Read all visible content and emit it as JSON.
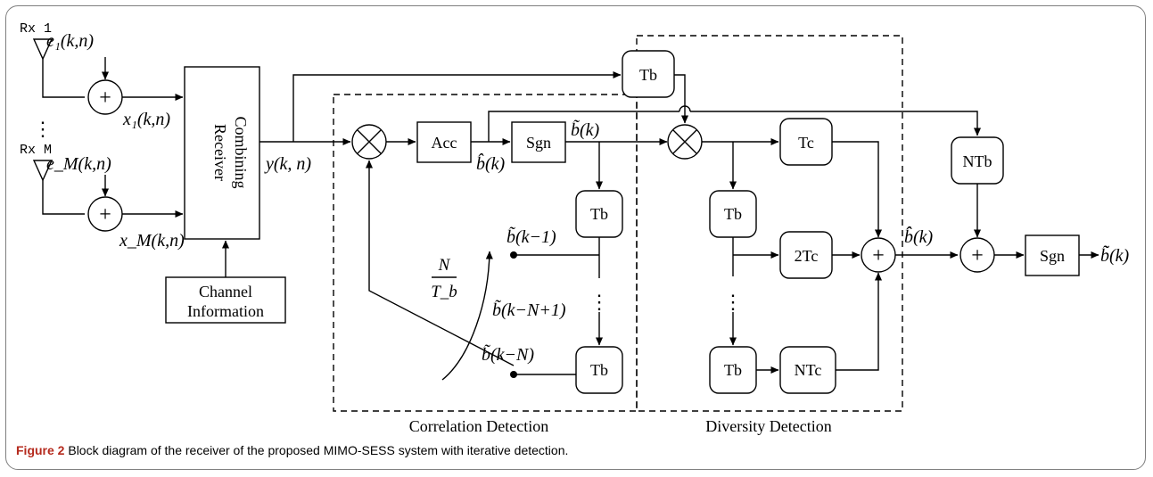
{
  "figure": {
    "caption_label": "Figure 2",
    "caption_text": "Block diagram of the receiver of the proposed MIMO-SESS system with iterative detection."
  },
  "antennas": {
    "rx1_label": "Rx 1",
    "rxm_label": "Rx M",
    "e1_label": "e₁(k,n)",
    "em_label": "e_M(k,n)",
    "x1_label": "x₁(k,n)",
    "xm_label": "x_M(k,n)",
    "vdots": "⋮"
  },
  "receiver_combining": {
    "line1": "Receiver",
    "line2": "Combining"
  },
  "channel_info": {
    "line1": "Channel",
    "line2": "Information"
  },
  "signals": {
    "y": "y(k, n)",
    "b_hat": "b̂(k)",
    "b_tilde": "b̃(k)",
    "b_tilde_k1": "b̃(k−1)",
    "b_tilde_kn1": "b̃(k−N+1)",
    "b_tilde_kn": "b̃(k−N)",
    "b_hat_hat": "b̂̂(k)",
    "b_tilde_tilde": "b̃̃(k)",
    "n_over_tb_num": "N",
    "n_over_tb_den": "T_b"
  },
  "blocks": {
    "acc": "Acc",
    "sgn": "Sgn",
    "sgn_out": "Sgn",
    "tb": "Tb",
    "tc": "Tc",
    "two_tc": "2Tc",
    "ntc": "NTc",
    "ntb": "NTb",
    "plus": "+",
    "times": "×"
  },
  "regions": {
    "correlation": "Correlation Detection",
    "diversity": "Diversity Detection"
  }
}
